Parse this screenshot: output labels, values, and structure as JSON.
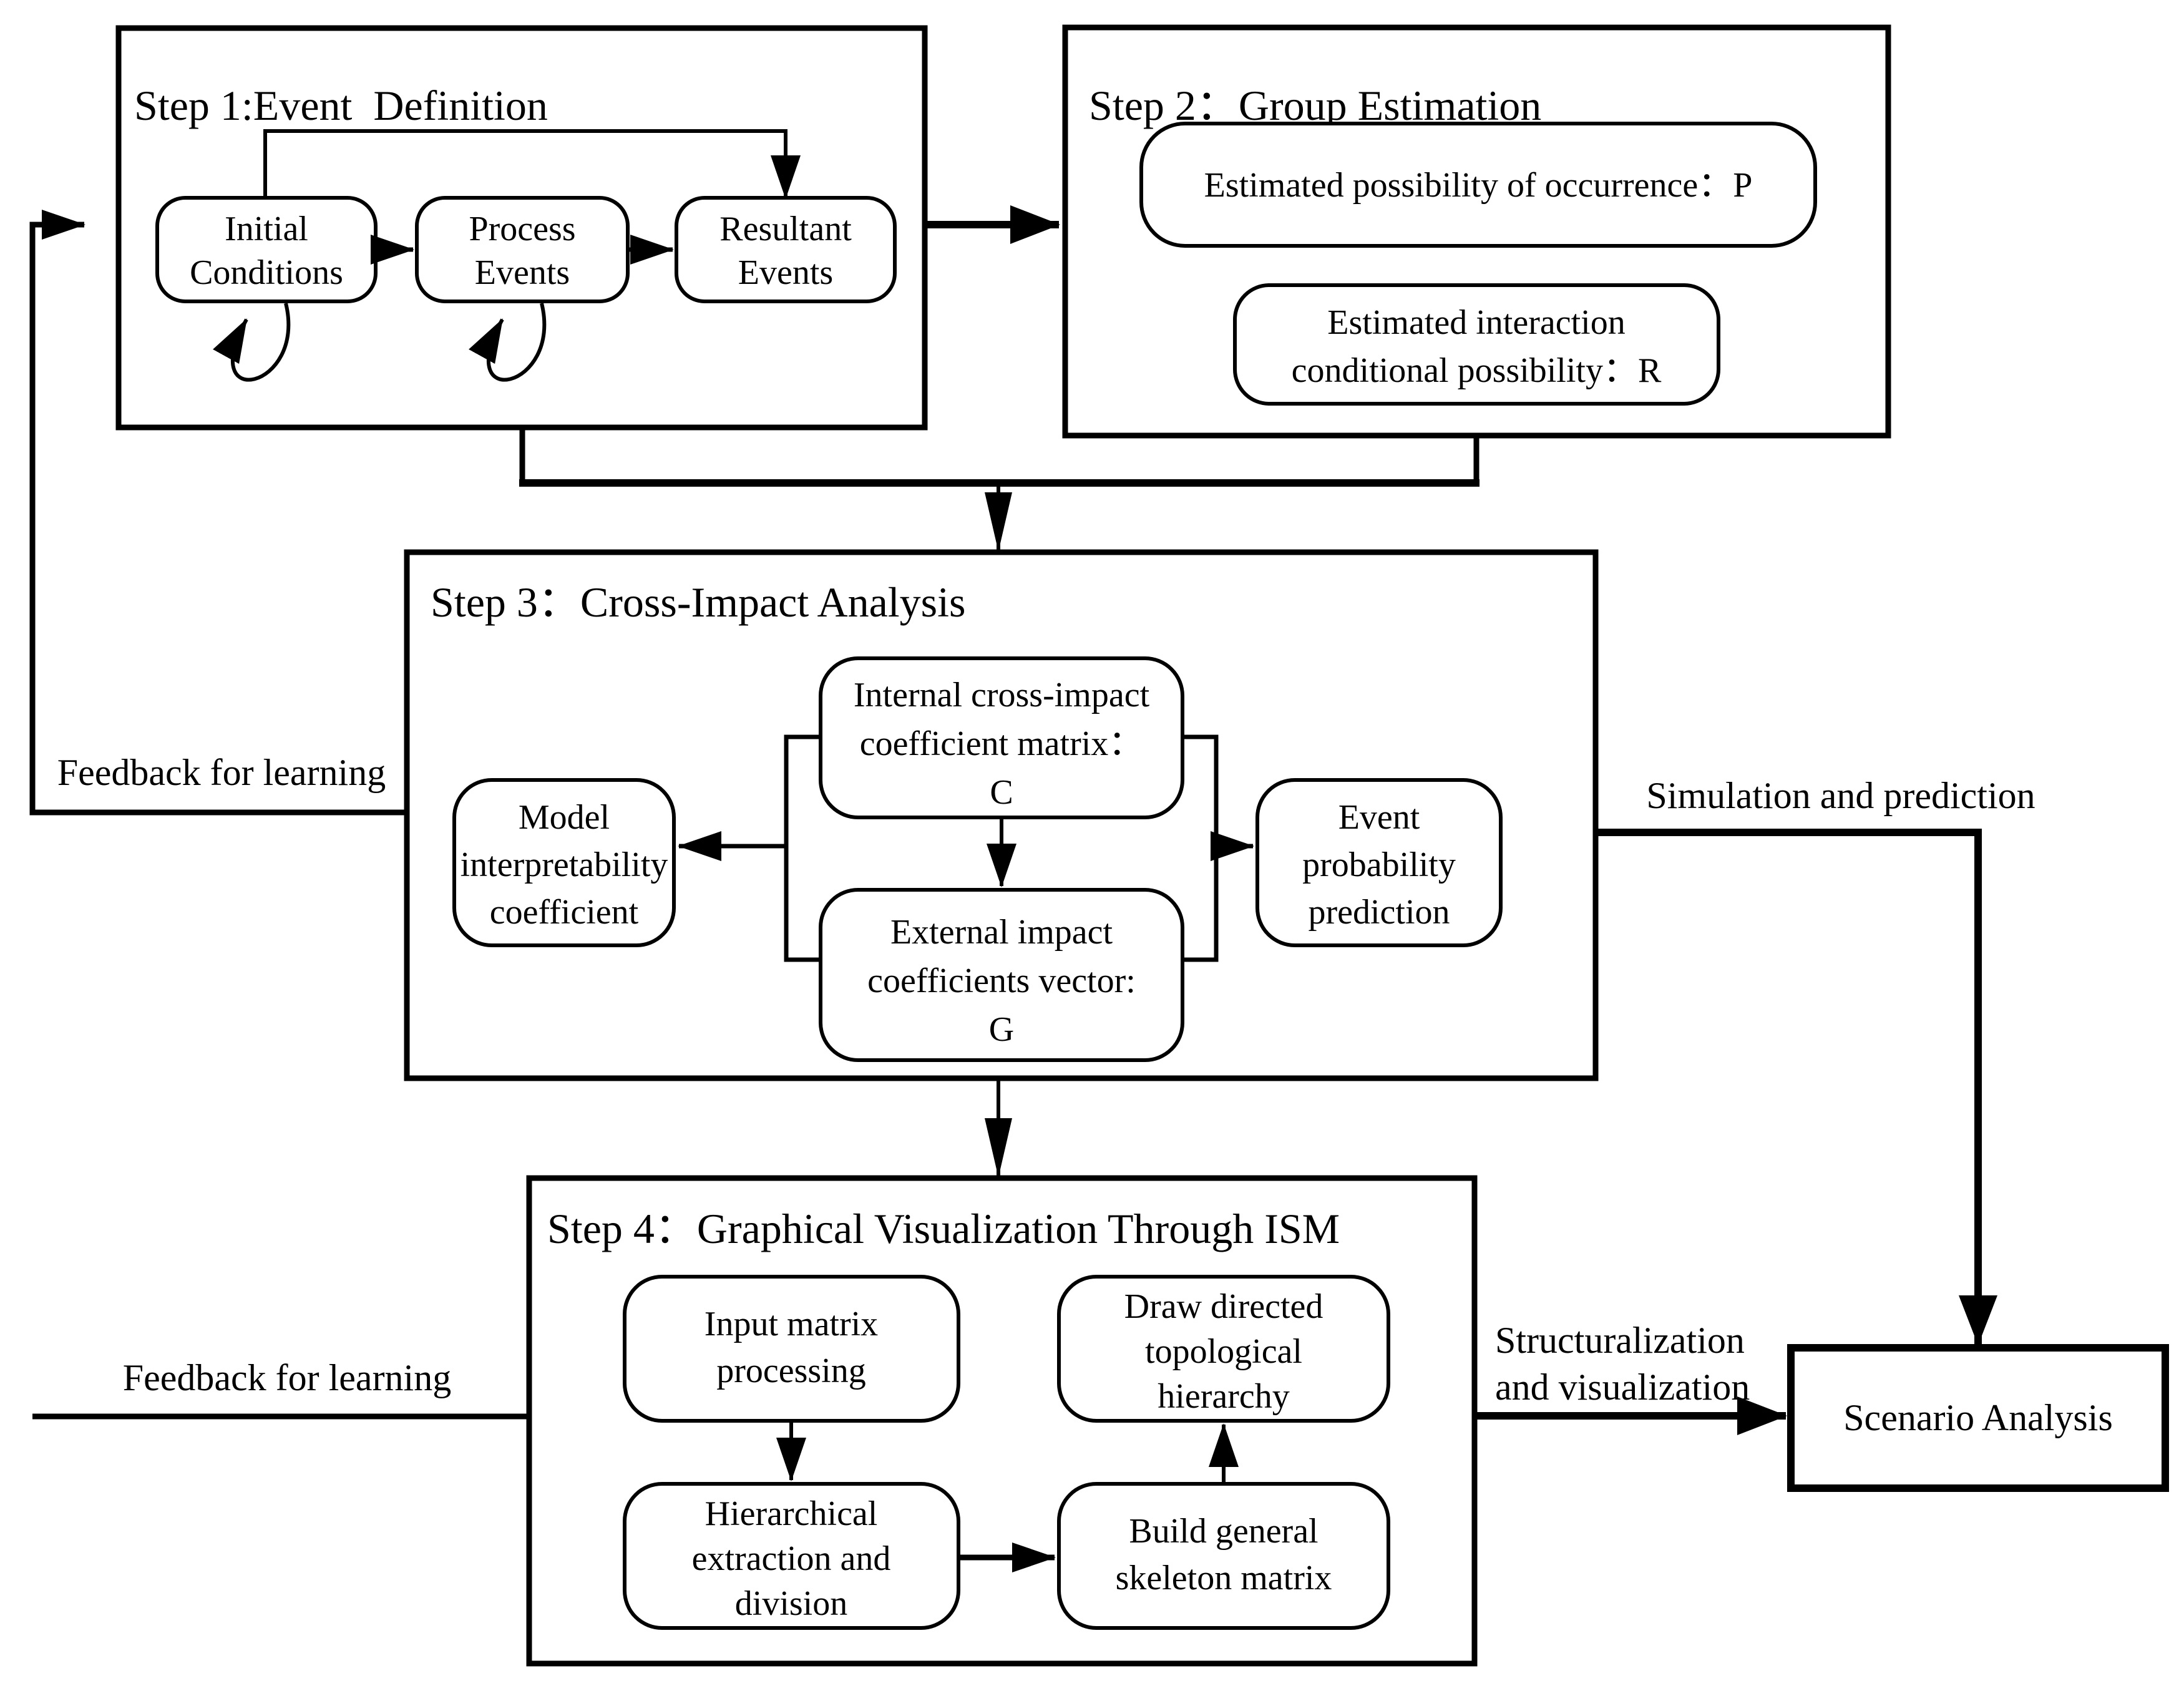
{
  "palette": {
    "background": "#ffffff",
    "line": "#000000"
  },
  "steps": {
    "step1": {
      "title": "Step 1:Event  Definition",
      "nodes": {
        "initial": {
          "lines": [
            "Initial",
            "Conditions"
          ]
        },
        "process": {
          "lines": [
            "Process",
            "Events"
          ]
        },
        "resultant": {
          "lines": [
            "Resultant",
            "Events"
          ]
        }
      }
    },
    "step2": {
      "title": "Step 2：Group Estimation",
      "nodes": {
        "possibility": {
          "lines": [
            "Estimated possibility of occurrence：P"
          ]
        },
        "interaction": {
          "lines": [
            "Estimated interaction",
            "conditional possibility：R"
          ]
        }
      }
    },
    "step3": {
      "title": "Step 3：Cross-Impact Analysis",
      "nodes": {
        "internal": {
          "lines": [
            "Internal cross-impact",
            "coefficient matrix：",
            "C"
          ]
        },
        "external": {
          "lines": [
            "External impact",
            "coefficients vector:",
            "G"
          ]
        },
        "model": {
          "lines": [
            "Model",
            "interpretability",
            "coefficient"
          ]
        },
        "event": {
          "lines": [
            "Event",
            "probability",
            "prediction"
          ]
        }
      }
    },
    "step4": {
      "title": "Step 4：Graphical Visualization Through ISM",
      "nodes": {
        "input": {
          "lines": [
            "Input matrix",
            "processing"
          ]
        },
        "draw": {
          "lines": [
            "Draw directed",
            "topological",
            "hierarchy"
          ]
        },
        "hier": {
          "lines": [
            "Hierarchical",
            "extraction and",
            "division"
          ]
        },
        "build": {
          "lines": [
            "Build general",
            "skeleton matrix"
          ]
        }
      }
    },
    "scenario": {
      "title": "Scenario Analysis"
    }
  },
  "labels": {
    "feedback_top": "Feedback for learning",
    "feedback_bottom": "Feedback for learning",
    "simulation": "Simulation and prediction",
    "structuralization": [
      "Structuralization",
      "and visualization"
    ]
  }
}
